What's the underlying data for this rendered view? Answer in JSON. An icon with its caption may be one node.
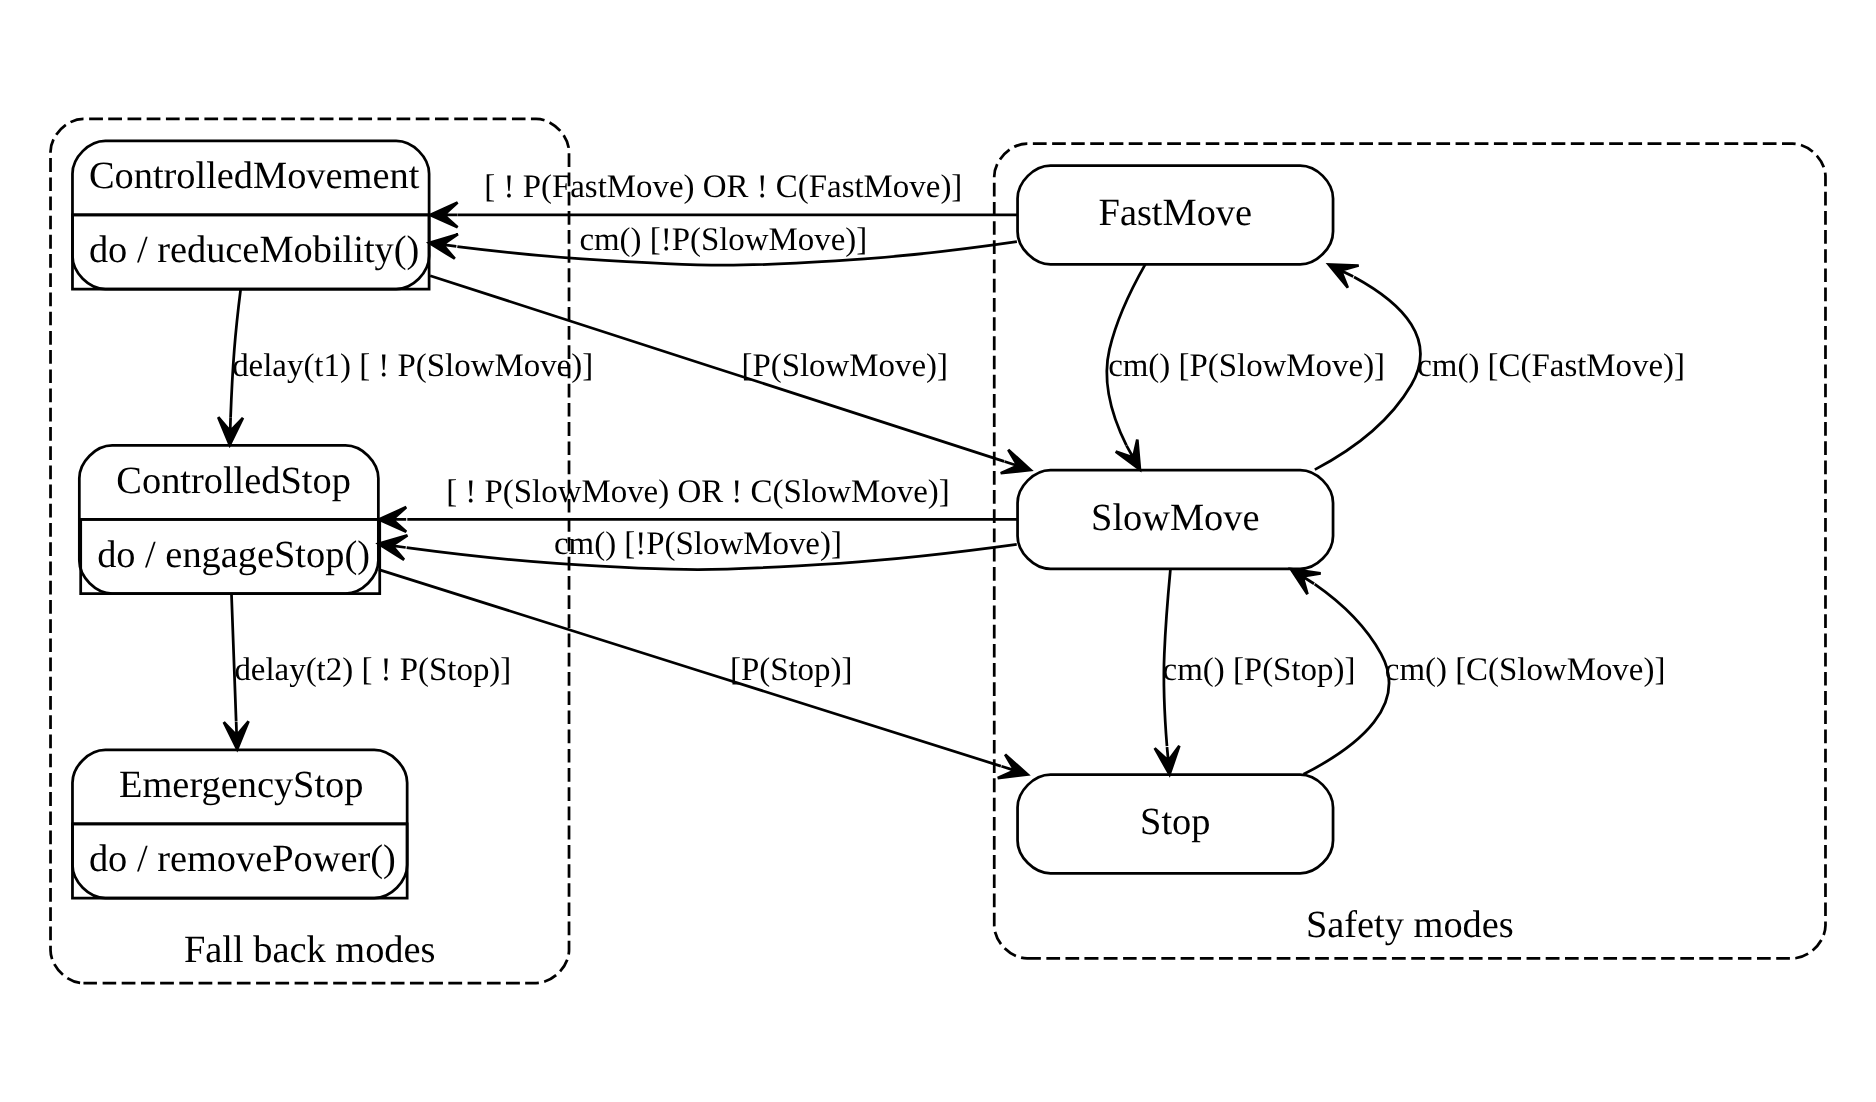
{
  "diagram": {
    "nodes": [
      {
        "text": [
          "Fall back modes"
        ]
      },
      {
        "text": [
          "ControlledMovement",
          "do / reduceMobility()"
        ],
        "in": 0
      },
      {
        "text": [
          "ControlledStop",
          "do / engageStop()"
        ],
        "in": 0
      },
      {
        "text": [
          "EmergencyStop",
          "do / removePower()"
        ],
        "in": 0
      },
      {
        "text": [
          "Safety modes"
        ]
      },
      {
        "text": [
          "FastMove"
        ],
        "in": 4
      },
      {
        "text": [
          "SlowMove"
        ],
        "in": 4
      },
      {
        "text": [
          "Stop"
        ],
        "in": 4
      }
    ],
    "edges": [
      {
        "from": 5,
        "to": 1,
        "arrow": "to",
        "label": "[ ! P(FastMove) OR ! C(FastMove)]"
      },
      {
        "from": 5,
        "to": 1,
        "arrow": "to",
        "label": "cm() [!P(SlowMove)]"
      },
      {
        "from": 1,
        "to": 6,
        "arrow": "to",
        "label": "[P(SlowMove)]"
      },
      {
        "from": 1,
        "to": 2,
        "arrow": "to",
        "label": "delay(t1) [ ! P(SlowMove)]"
      },
      {
        "from": 6,
        "to": 2,
        "arrow": "to",
        "label": "[ ! P(SlowMove) OR ! C(SlowMove)]"
      },
      {
        "from": 6,
        "to": 2,
        "arrow": "to",
        "label": "cm() [!P(SlowMove)]"
      },
      {
        "from": 2,
        "to": 3,
        "arrow": "to",
        "label": "delay(t2) [ ! P(Stop)]"
      },
      {
        "from": 2,
        "to": 7,
        "arrow": "to",
        "label": "[P(Stop)]"
      },
      {
        "from": 6,
        "to": 5,
        "arrow": "to",
        "label": "cm() [C(FastMove)]"
      },
      {
        "from": 5,
        "to": 6,
        "arrow": "to",
        "label": "cm() [P(SlowMove)]"
      },
      {
        "from": 7,
        "to": 6,
        "arrow": "to",
        "label": "cm() [C(SlowMove)]"
      },
      {
        "from": 6,
        "to": 7,
        "arrow": "to",
        "label": "cm() [P(Stop)]"
      }
    ]
  }
}
